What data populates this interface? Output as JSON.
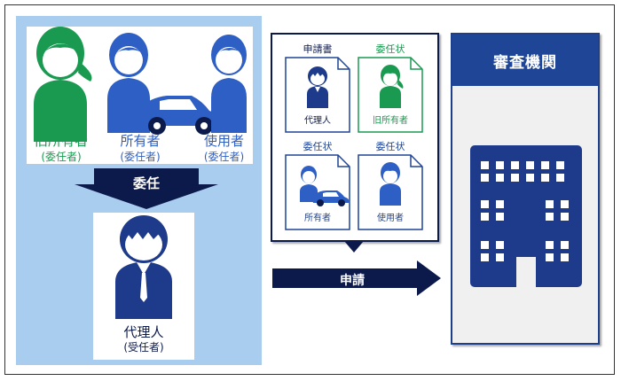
{
  "people": {
    "former_owner": {
      "name": "旧所有者",
      "role": "(委任者)",
      "color": "#1a9a50"
    },
    "owner": {
      "name": "所有者",
      "role": "(委任者)",
      "color": "#2e5fc4"
    },
    "user": {
      "name": "使用者",
      "role": "(委任者)",
      "color": "#2e5fc4"
    }
  },
  "delegation_arrow": {
    "label": "委任"
  },
  "agent": {
    "name": "代理人",
    "role": "(受任者)"
  },
  "documents": [
    {
      "title": "申請書",
      "caption": "代理人",
      "title_color": "#0c1a4b",
      "border": "#1e4596",
      "icon": "agent-icon"
    },
    {
      "title": "委任状",
      "caption": "旧所有者",
      "title_color": "#1a9a50",
      "border": "#1a9a50",
      "icon": "former-owner-icon"
    },
    {
      "title": "委任状",
      "caption": "所有者",
      "title_color": "#1e4596",
      "border": "#1e4596",
      "icon": "owner-car-icon"
    },
    {
      "title": "委任状",
      "caption": "使用者",
      "title_color": "#1e4596",
      "border": "#1e4596",
      "icon": "user-icon"
    }
  ],
  "application_arrow": {
    "label": "申請"
  },
  "organization": {
    "title": "審査機関",
    "icon": "building-icon"
  },
  "colors": {
    "navy": "#0c1a4b",
    "blue": "#2e5fc4",
    "green": "#1a9a50",
    "light_blue_panel": "#a9cdee"
  }
}
